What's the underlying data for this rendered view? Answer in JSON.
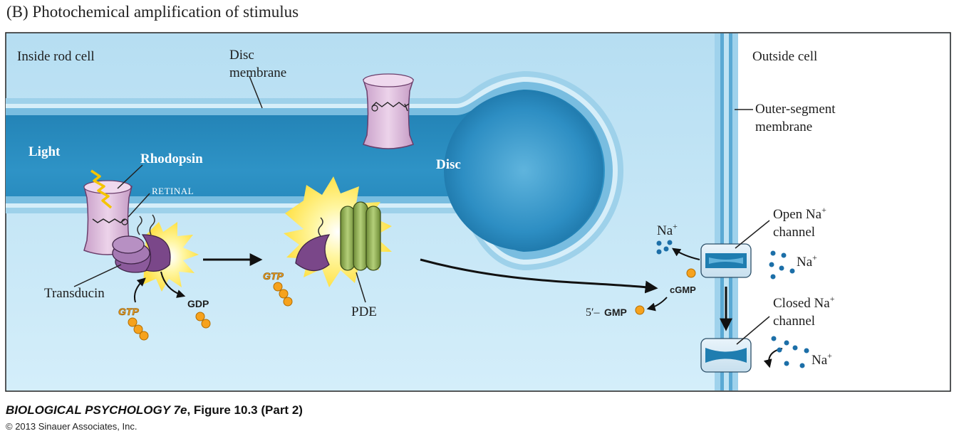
{
  "heading": "(B)  Photochemical amplification of stimulus",
  "labels": {
    "inside_rod_cell": "Inside rod cell",
    "disc_membrane_line1": "Disc",
    "disc_membrane_line2": "membrane",
    "outside_cell": "Outside cell",
    "outer_segment_line1": "Outer-segment",
    "outer_segment_line2": "membrane",
    "light": "Light",
    "rhodopsin": "Rhodopsin",
    "retinal": "RETINAL",
    "disc": "Disc",
    "transducin": "Transducin",
    "gtp_left": "GTP",
    "gdp": "GDP",
    "gtp_mid": "GTP",
    "pde": "PDE",
    "cgmp": "cGMP",
    "five_gmp_prefix": "5′–",
    "five_gmp": "GMP",
    "na_left": "Na",
    "na_right_top": "Na",
    "na_right_bottom": "Na",
    "na_sup": "+",
    "open_channel_line1": "Open Na",
    "open_channel_line2": "channel",
    "closed_channel_line1": "Closed Na",
    "closed_channel_line2": "channel"
  },
  "credit": {
    "book_title": "BIOLOGICAL PSYCHOLOGY 7",
    "edition_suffix": "e",
    "figure_ref": ", Figure 10.3 (Part 2)",
    "copyright": "© 2013 Sinauer Associates, Inc."
  },
  "colors": {
    "cytoplasm": "#bfe3f4",
    "disc_interior": "#2f8fc0",
    "membrane": "#8cc8e6",
    "protein_pink": "#d9b6d8",
    "transducin_purple": "#8b5a9b",
    "pde_green": "#8fae52",
    "glow_yellow": "#fff27a",
    "gtp_orange": "#f6a21d",
    "sodium_blue": "#1c6fa8"
  }
}
